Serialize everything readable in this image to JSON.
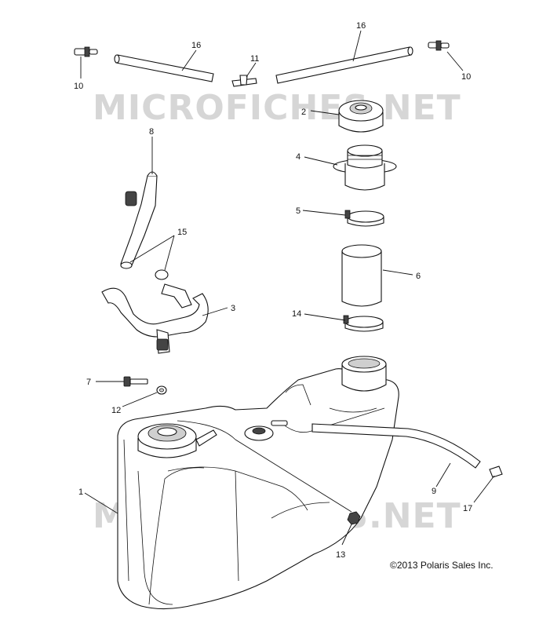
{
  "diagram": {
    "watermark": "MICROFICHES.NET",
    "copyright": "©2013 Polaris Sales Inc.",
    "callouts": [
      "16",
      "16",
      "10",
      "10",
      "11",
      "2",
      "4",
      "5",
      "6",
      "14",
      "8",
      "15",
      "3",
      "7",
      "12",
      "9",
      "17",
      "1",
      "13"
    ]
  }
}
